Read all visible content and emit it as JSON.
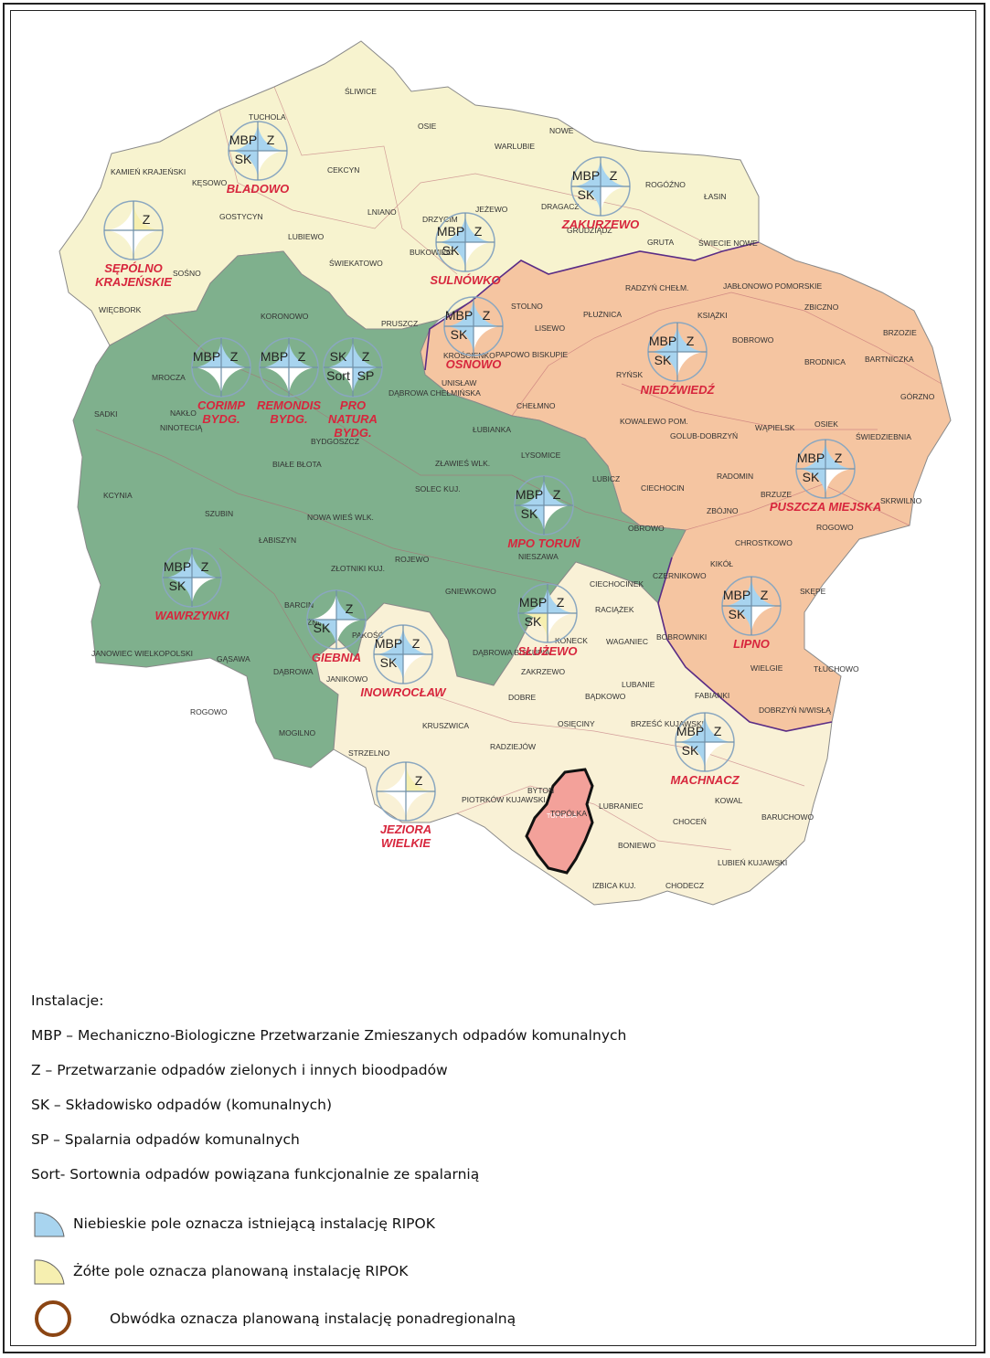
{
  "zones": {
    "colors": {
      "north": "#f7f3cf",
      "west": "#7fb08d",
      "east": "#f5c5a1",
      "south": "#f9f1d6",
      "supra": "#f3a19a",
      "boundary": "#5b2d86",
      "border": "#8a8a8a"
    }
  },
  "installations": [
    {
      "id": "bladowo",
      "name": [
        "BLADOWO"
      ],
      "cells": {
        "tl": "MBP",
        "tr": "Z",
        "bl": "SK",
        "br": ""
      },
      "fill": {
        "tl": "blue",
        "tr": "blue",
        "bl": "blue",
        "br": "white"
      }
    },
    {
      "id": "sepolno",
      "name": [
        "SĘPÓLNO",
        "KRAJEŃSKIE"
      ],
      "cells": {
        "tl": "",
        "tr": "Z",
        "bl": "",
        "br": ""
      },
      "fill": {
        "tl": "white",
        "tr": "yellow",
        "bl": "white",
        "br": "white"
      }
    },
    {
      "id": "zakurzewo",
      "name": [
        "ZAKURZEWO"
      ],
      "cells": {
        "tl": "MBP",
        "tr": "Z",
        "bl": "SK",
        "br": ""
      },
      "fill": {
        "tl": "blue",
        "tr": "blue",
        "bl": "blue",
        "br": "white"
      }
    },
    {
      "id": "sulnowko",
      "name": [
        "SULNÓWKO"
      ],
      "cells": {
        "tl": "MBP",
        "tr": "Z",
        "bl": "SK",
        "br": ""
      },
      "fill": {
        "tl": "blue",
        "tr": "blue",
        "bl": "blue",
        "br": "white"
      }
    },
    {
      "id": "osnowo",
      "name": [
        "OSNOWO"
      ],
      "cells": {
        "tl": "MBP",
        "tr": "Z",
        "bl": "SK",
        "br": ""
      },
      "fill": {
        "tl": "blue",
        "tr": "blue",
        "bl": "blue",
        "br": "white"
      }
    },
    {
      "id": "niedzwiedz",
      "name": [
        "NIEDŹWIEDŹ"
      ],
      "cells": {
        "tl": "MBP",
        "tr": "Z",
        "bl": "SK",
        "br": ""
      },
      "fill": {
        "tl": "blue",
        "tr": "blue",
        "bl": "blue",
        "br": "white"
      }
    },
    {
      "id": "corimp",
      "name": [
        "CORIMP",
        "BYDG."
      ],
      "cells": {
        "tl": "MBP",
        "tr": "Z",
        "bl": "",
        "br": ""
      },
      "fill": {
        "tl": "blue",
        "tr": "blue",
        "bl": "white",
        "br": "white"
      }
    },
    {
      "id": "remondis",
      "name": [
        "REMONDIS",
        "BYDG."
      ],
      "cells": {
        "tl": "MBP",
        "tr": "Z",
        "bl": "",
        "br": ""
      },
      "fill": {
        "tl": "blue",
        "tr": "blue",
        "bl": "white",
        "br": "white"
      }
    },
    {
      "id": "pronatura",
      "name": [
        "PRO",
        "NATURA",
        "BYDG."
      ],
      "cells": {
        "tl": "SK",
        "tr": "Z",
        "bl": "Sort",
        "br": "SP"
      },
      "fill": {
        "tl": "blue",
        "tr": "blue",
        "bl": "white",
        "br": "blue"
      }
    },
    {
      "id": "puszcza",
      "name": [
        "PUSZCZA MIEJSKA"
      ],
      "cells": {
        "tl": "MBP",
        "tr": "Z",
        "bl": "SK",
        "br": ""
      },
      "fill": {
        "tl": "blue",
        "tr": "blue",
        "bl": "blue",
        "br": "white"
      }
    },
    {
      "id": "torun",
      "name": [
        "MPO TORUŃ"
      ],
      "cells": {
        "tl": "MBP",
        "tr": "Z",
        "bl": "SK",
        "br": ""
      },
      "fill": {
        "tl": "blue",
        "tr": "blue",
        "bl": "blue",
        "br": "white"
      }
    },
    {
      "id": "wawrzynki",
      "name": [
        "WAWRZYNKI"
      ],
      "cells": {
        "tl": "MBP",
        "tr": "Z",
        "bl": "SK",
        "br": ""
      },
      "fill": {
        "tl": "blue",
        "tr": "blue",
        "bl": "blue",
        "br": "white"
      }
    },
    {
      "id": "giebnia",
      "name": [
        "GIEBNIA"
      ],
      "cells": {
        "tl": "",
        "tr": "Z",
        "bl": "SK",
        "br": ""
      },
      "fill": {
        "tl": "white",
        "tr": "blue",
        "bl": "blue",
        "br": "white"
      }
    },
    {
      "id": "inowroclaw",
      "name": [
        "INOWROCŁAW"
      ],
      "cells": {
        "tl": "MBP",
        "tr": "Z",
        "bl": "SK",
        "br": ""
      },
      "fill": {
        "tl": "blue",
        "tr": "blue",
        "bl": "blue",
        "br": "white"
      }
    },
    {
      "id": "sluzewo",
      "name": [
        "SŁUŻEWO"
      ],
      "cells": {
        "tl": "MBP",
        "tr": "Z",
        "bl": "SK",
        "br": ""
      },
      "fill": {
        "tl": "blue",
        "tr": "blue",
        "bl": "yellow",
        "br": "white"
      }
    },
    {
      "id": "lipno",
      "name": [
        "LIPNO"
      ],
      "cells": {
        "tl": "MBP",
        "tr": "Z",
        "bl": "SK",
        "br": ""
      },
      "fill": {
        "tl": "blue",
        "tr": "blue",
        "bl": "blue",
        "br": "white"
      }
    },
    {
      "id": "machnacz",
      "name": [
        "MACHNACZ"
      ],
      "cells": {
        "tl": "MBP",
        "tr": "Z",
        "bl": "SK",
        "br": ""
      },
      "fill": {
        "tl": "blue",
        "tr": "blue",
        "bl": "blue",
        "br": "white"
      }
    },
    {
      "id": "jeziora",
      "name": [
        "JEZIORA",
        "WIELKIE"
      ],
      "cells": {
        "tl": "",
        "tr": "Z",
        "bl": "",
        "br": ""
      },
      "fill": {
        "tl": "white",
        "tr": "yellow",
        "bl": "white",
        "br": "white"
      }
    }
  ],
  "fill_colors": {
    "blue": "#a8d4ef",
    "yellow": "#f6efb0",
    "white": "#ffffff"
  },
  "towns": [
    "ŚLIWICE",
    "TUCHOLA",
    "OSIE",
    "NOWE",
    "WARLUBIE",
    "CEKCYN",
    "KAMIEŃ KRAJEŃSKI",
    "KĘSOWO",
    "ROGÓŹNO",
    "ŁASIN",
    "GOSTYCYN",
    "LNIANO",
    "DRZYCIM",
    "JEŻEWO",
    "DRAGACZ",
    "GRUDZIĄDZ",
    "GRUTA",
    "ŚWIECIE NOWE",
    "LUBIEWO",
    "BUKOWIEC",
    "ŚWIEKATOWO",
    "SOŚNO",
    "RADZYŃ CHEŁM.",
    "JABŁONOWO POMORSKIE",
    "ZBICZNO",
    "BRZOZIE",
    "WIĘCBORK",
    "KORONOWO",
    "PRUSZCZ",
    "STOLNO",
    "LISEWO",
    "PŁUŻNICA",
    "KSIĄŻKI",
    "BOBROWO",
    "BRODNICA",
    "BARTNICZKA",
    "GÓRZNO",
    "MROCZA",
    "KROŚCIENKO",
    "PAPOWO BISKUPIE",
    "RYŃSK",
    "UNISŁAW",
    "CHEŁMNO",
    "DĄBROWA CHEŁMIŃSKA",
    "SADKI",
    "NAKŁO",
    "NINOTECIĄ",
    "BYDGOSZCZ",
    "KOWALEWO POM.",
    "GOLUB-DOBRZYŃ",
    "WĄPIELSK",
    "OSIEK",
    "ŚWIEDZIEBNIA",
    "BIAŁE BŁOTA",
    "ŁUBIANKA",
    "ZŁAWIEŚ WLK.",
    "LYSOMICE",
    "LUBICZ",
    "RADOMIN",
    "SOLEC KUJ.",
    "CIECHOCIN",
    "KCYNIA",
    "SZUBIN",
    "NOWA WIEŚ WLK.",
    "ZBÓJNO",
    "BRZUZE",
    "SKRWILNO",
    "ROGOWO",
    "OBROWO",
    "ŁABISZYN",
    "ZŁOTNIKI KUJ.",
    "ROJEWO",
    "NIESZAWA",
    "CHROSTKOWO",
    "KIKÓŁ",
    "CZERNIKOWO",
    "GNIEWKOWO",
    "CIECHOCINEK",
    "RACIĄŻEK",
    "SKĘPE",
    "BARCIN",
    "PAKOŚĆ",
    "JANOWIEC WIELKOPOLSKI",
    "ŻNIN",
    "DĄBROWA BISKUPIA",
    "KONECK",
    "WAGANIEC",
    "BOBROWNIKI",
    "GĄSAWA",
    "DĄBROWA",
    "ZAKRZEWO",
    "BĄDKOWO",
    "WIELGIE",
    "TŁUCHOWO",
    "JANIKOWO",
    "DOBRE",
    "LUBANIE",
    "FABIANKI",
    "ROGOWO",
    "KRUSZWICA",
    "OSIĘCINY",
    "BRZEŚĆ KUJAWSKI",
    "DOBRZYŃ N/WISŁĄ",
    "MOGILNO",
    "STRZELNO",
    "RADZIEJÓW",
    "PIOTRKÓW KUJAWSKI",
    "BYTOŃ",
    "TOPÓLKA",
    "LUBRANIEC",
    "KOWAL",
    "BARUCHOWO",
    "CHOCEŃ",
    "BONIEWO",
    "LUBIEŃ KUJAWSKI",
    "IZBICA KUJ.",
    "CHODECZ"
  ],
  "supra_label": "TOPÓLKA",
  "legend": {
    "title": "Instalacje:",
    "items": [
      "MBP – Mechaniczno-Biologiczne Przetwarzanie Zmieszanych odpadów komunalnych",
      "Z – Przetwarzanie odpadów zielonych i innych bioodpadów",
      "SK – Składowisko odpadów (komunalnych)",
      "SP – Spalarnia odpadów komunalnych",
      "Sort- Sortownia odpadów powiązana funkcjonalnie ze spalarnią"
    ],
    "blue_note": "Niebieskie pole oznacza istniejącą instalację RIPOK",
    "yellow_note": "Żółte pole oznacza planowaną instalację RIPOK",
    "outline_note": "Obwódka oznacza planowaną instalację ponadregionalną",
    "outline_color": "#8b4513"
  }
}
